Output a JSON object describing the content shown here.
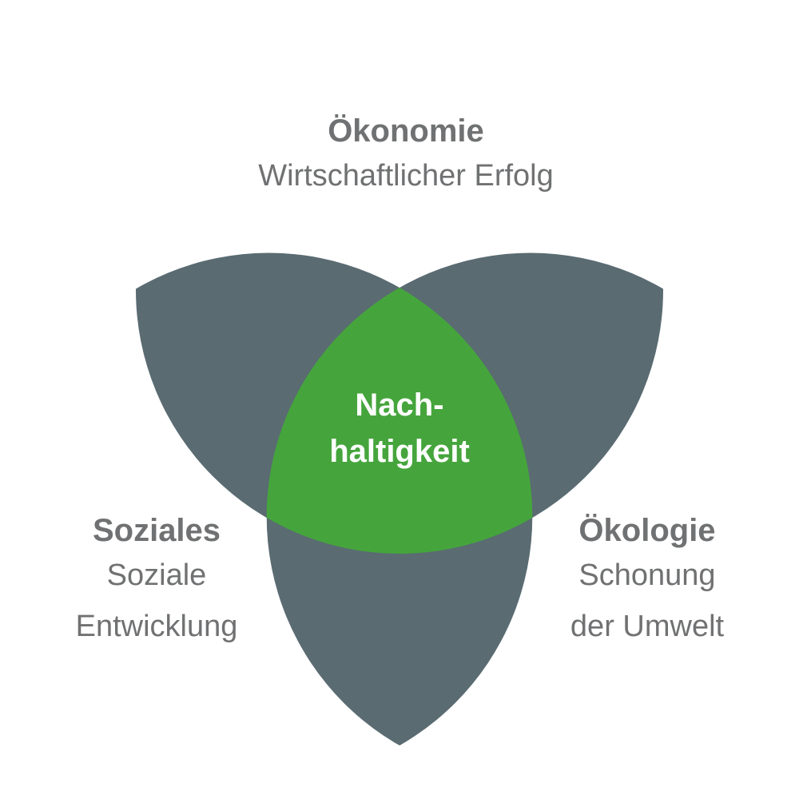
{
  "colors": {
    "lobe": "#5a6b72",
    "center": "#45a53c",
    "text": "#707172"
  },
  "center_label": {
    "line1": "Nach-",
    "line2": "haltigkeit"
  },
  "pillars": {
    "oekonomie": {
      "title": "Ökonomie",
      "lines": [
        "Wirtschaftlicher Erfolg"
      ]
    },
    "soziales": {
      "title": "Soziales",
      "lines": [
        "Soziale",
        "Entwicklung"
      ]
    },
    "oekologie": {
      "title": "Ökologie",
      "lines": [
        "Schonung",
        "der Umwelt"
      ]
    }
  }
}
